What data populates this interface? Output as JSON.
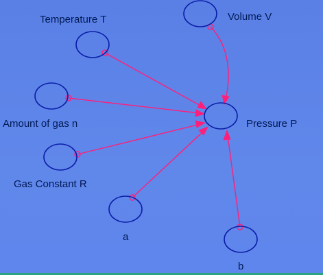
{
  "diagram": {
    "colors": {
      "background": "#5f86ea",
      "node_outline": "#0b1ea8",
      "edge": "#ff1f7a",
      "label_text": "#001a55",
      "bottom_strip": "#2aa37f"
    },
    "nodes": {
      "temperature": {
        "label": "Temperature T"
      },
      "volume": {
        "label": "Volume V"
      },
      "amount": {
        "label": "Amount of gas n"
      },
      "pressure": {
        "label": "Pressure P"
      },
      "gas_constant": {
        "label": "Gas Constant R"
      },
      "a": {
        "label": "a"
      },
      "b": {
        "label": "b"
      }
    },
    "edges": [
      {
        "from": "temperature",
        "to": "pressure"
      },
      {
        "from": "volume",
        "to": "pressure"
      },
      {
        "from": "amount",
        "to": "pressure"
      },
      {
        "from": "gas_constant",
        "to": "pressure"
      },
      {
        "from": "a",
        "to": "pressure"
      },
      {
        "from": "b",
        "to": "pressure"
      }
    ]
  }
}
